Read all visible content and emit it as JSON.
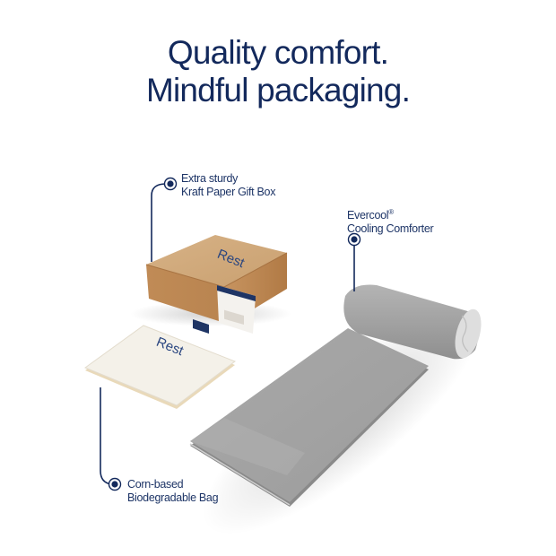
{
  "headline": {
    "line1": "Quality comfort.",
    "line2": "Mindful packaging."
  },
  "callouts": [
    {
      "id": "gift-box",
      "line1": "Extra sturdy",
      "line2": "Kraft Paper Gift Box"
    },
    {
      "id": "comforter",
      "line1": "Evercool",
      "line1_mark": "®",
      "line2": "Cooling Comforter"
    },
    {
      "id": "bag",
      "line1": "Corn-based",
      "line2": "Biodegradable Bag"
    }
  ],
  "products": {
    "box_brand": "Rest",
    "bag_brand": "Rest"
  },
  "colors": {
    "navy": "#13295c",
    "kraft": "#c09060",
    "comforter_gray": "#a6a6a6",
    "bag_cream": "#f3efe6"
  }
}
